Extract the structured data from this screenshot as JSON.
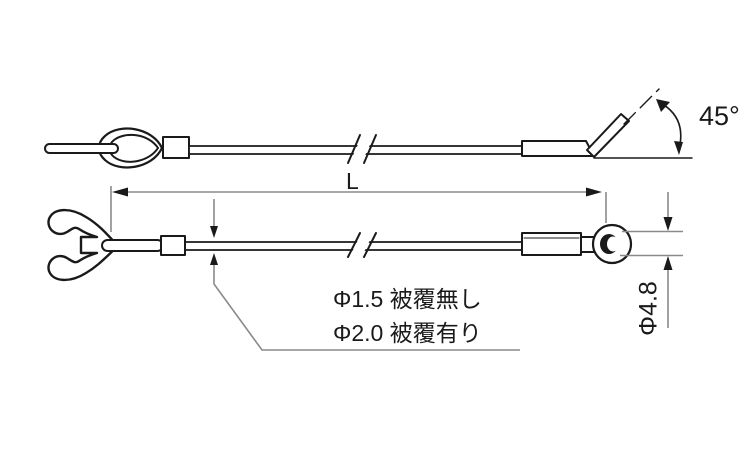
{
  "drawing": {
    "type": "technical-drawing-wire-cable",
    "upper_view": {
      "description": "cable with loop end left and 45-degree bent terminal right",
      "angle_label": "45°"
    },
    "dimension": {
      "length_label": "L"
    },
    "lower_view": {
      "description": "cable with fork clip end left and eyelet ball terminal right",
      "diameter_label": "Φ4.8"
    },
    "notes": {
      "line1": "Φ1.5 被覆無し",
      "line2": "Φ2.0 被覆有り"
    },
    "colors": {
      "outline": "#1a1a1a",
      "dimension_line": "#8a8a8a",
      "background": "#ffffff"
    }
  }
}
